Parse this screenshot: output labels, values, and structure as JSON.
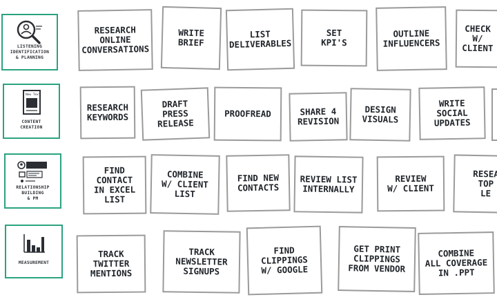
{
  "lanes": [
    {
      "label": "Listening\nIdentification\n& Planning",
      "icon": "magnifying-glass-profile-icon"
    },
    {
      "label": "Content\nCreation",
      "icon": "document-icon"
    },
    {
      "label": "Relationship\nBuilding\n& PM",
      "icon": "contact-cards-icon"
    },
    {
      "label": "Measurement",
      "icon": "bar-chart-icon"
    }
  ],
  "rows": [
    [
      "Research\nonline\nconversations",
      "Write\nBrief",
      "List\ndeliverables",
      "Set\nKPI's",
      "Outline\nInfluencers",
      "Check\nw/ client"
    ],
    [
      "Research\nKeywords",
      "Draft\npress release",
      "Proofread",
      "Share 4\nRevision",
      "Design\nVisuals",
      "Write\nSocial\nupdates",
      ""
    ],
    [
      "Find\ncontact\nin excel\nlist",
      "Combine\nw/ client\nlist",
      "Find new\ncontacts",
      "Review list\ninternally",
      "Review\nw/ client",
      "Resea\ntop le"
    ],
    [
      "Track\nTwitter\nmentions",
      "Track\nNewsletter\nsignups",
      "Find\nclippings\nw/ Google",
      "Get print\nclippings\nfrom vendor",
      "Combine\nall coverage\nin .ppt"
    ]
  ],
  "icon_doc_text": "New Text"
}
